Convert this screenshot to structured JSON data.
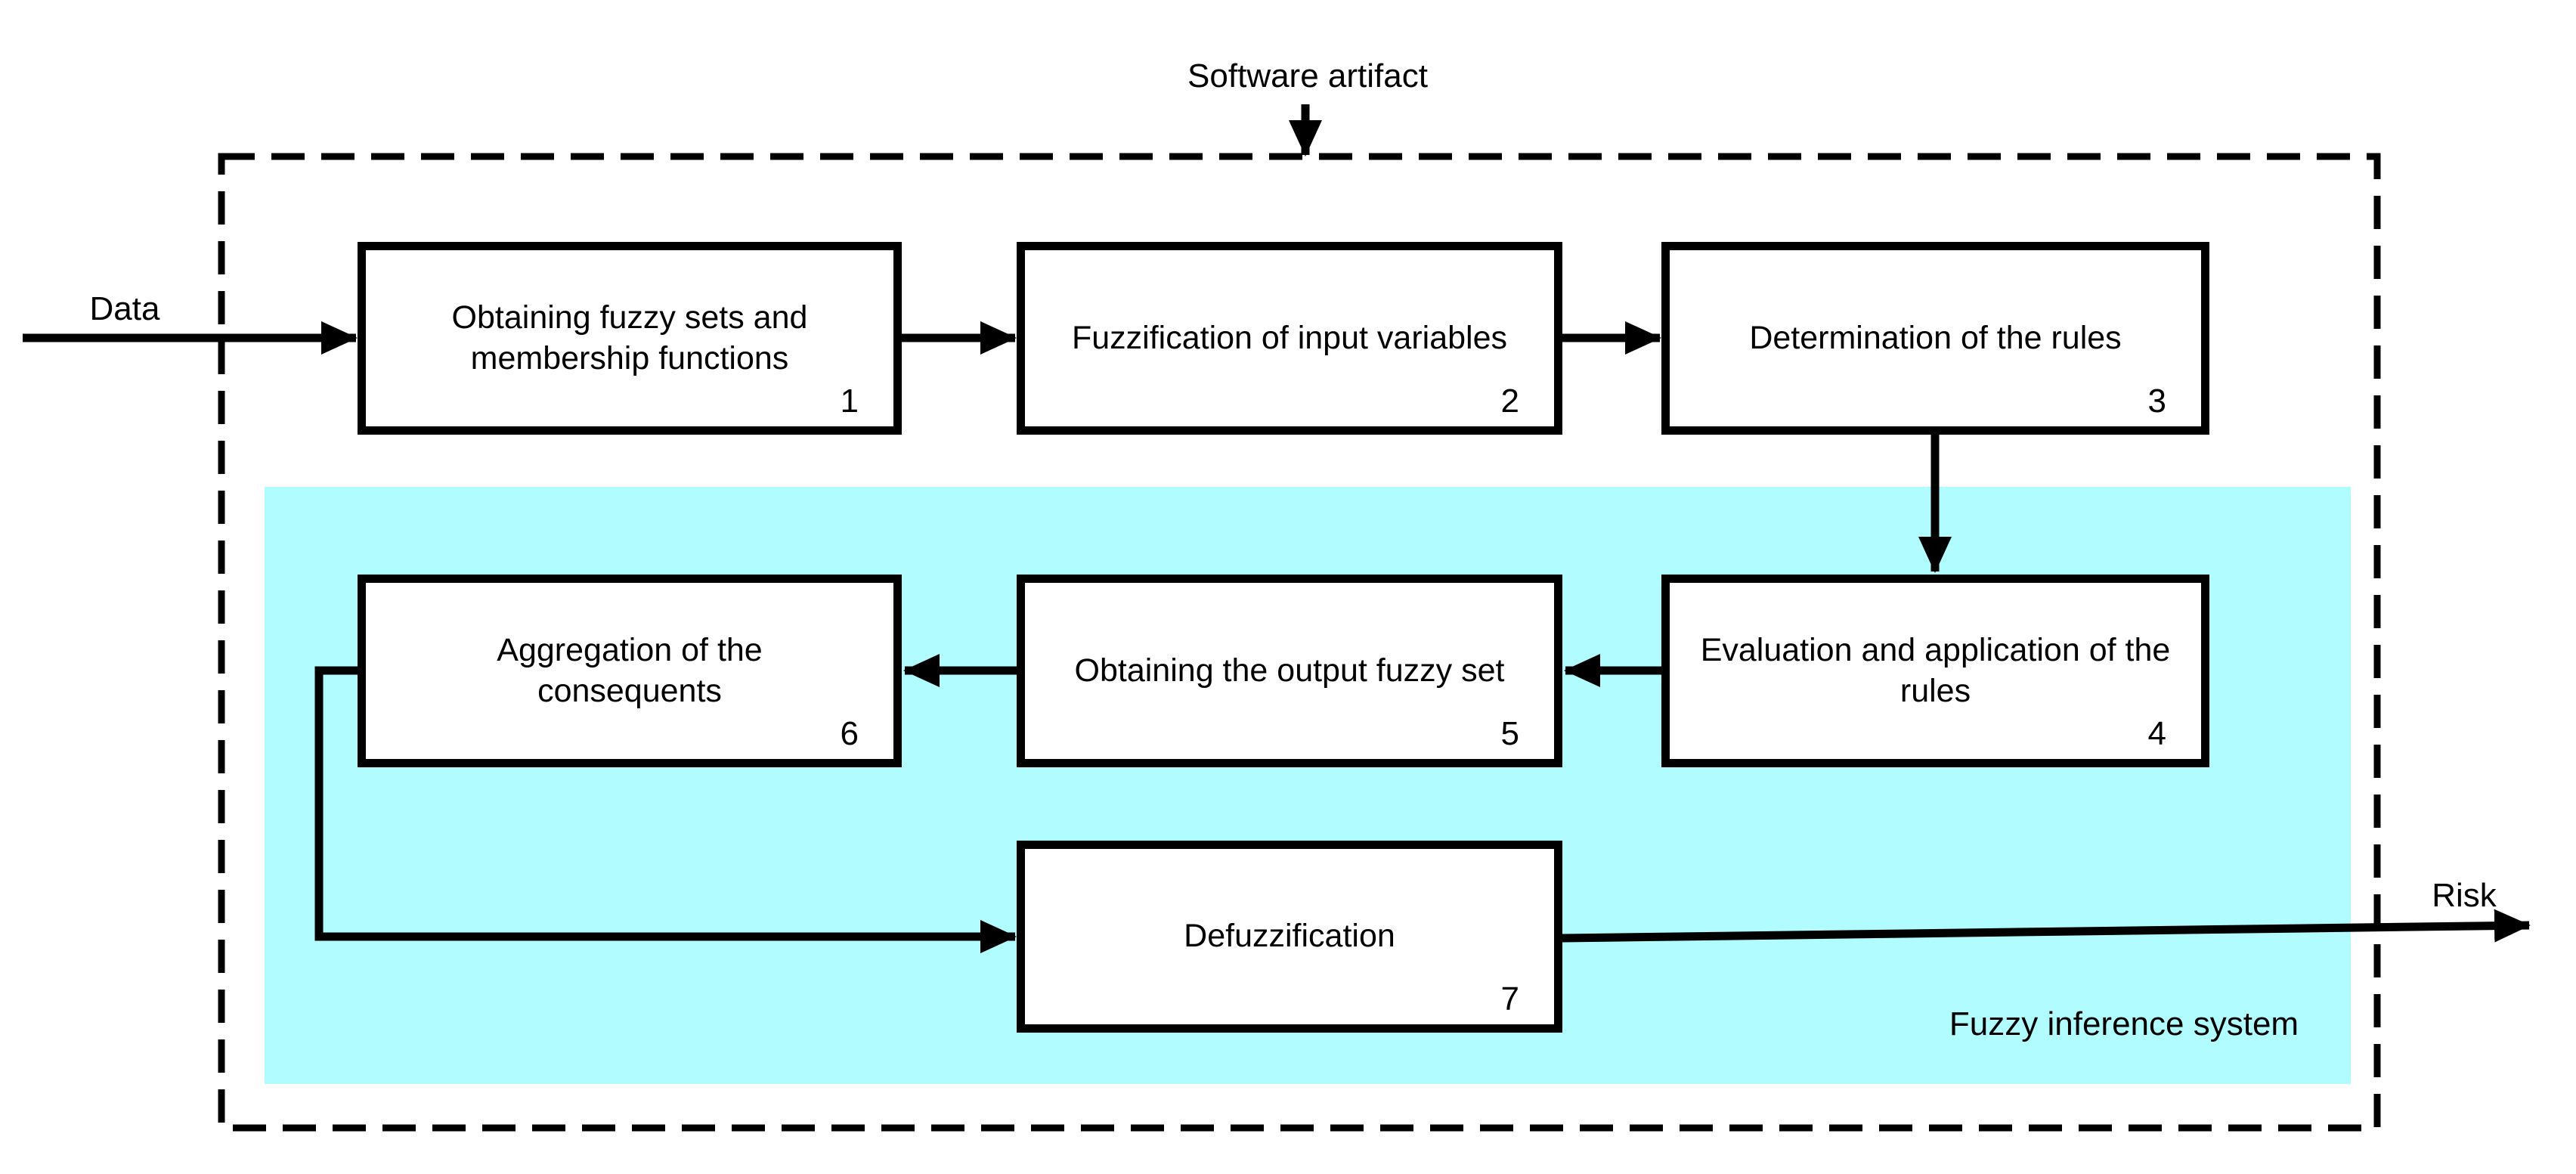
{
  "diagram": {
    "external_labels": {
      "software_artifact": "Software artifact",
      "data": "Data",
      "risk": "Risk"
    },
    "region": {
      "label": "Fuzzy inference system"
    },
    "nodes": [
      {
        "number": "1",
        "label": "Obtaining fuzzy sets and membership functions"
      },
      {
        "number": "2",
        "label": "Fuzzification of input variables"
      },
      {
        "number": "3",
        "label": "Determination of the rules"
      },
      {
        "number": "4",
        "label": "Evaluation and application of the rules"
      },
      {
        "number": "5",
        "label": "Obtaining the output fuzzy set"
      },
      {
        "number": "6",
        "label": "Aggregation of the consequents"
      },
      {
        "number": "7",
        "label": "Defuzzification"
      }
    ],
    "edges": [
      {
        "from": "Software artifact",
        "to": "system boundary"
      },
      {
        "from": "Data",
        "to": "1"
      },
      {
        "from": "1",
        "to": "2"
      },
      {
        "from": "2",
        "to": "3"
      },
      {
        "from": "3",
        "to": "4"
      },
      {
        "from": "4",
        "to": "5"
      },
      {
        "from": "5",
        "to": "6"
      },
      {
        "from": "6",
        "to": "7"
      },
      {
        "from": "7",
        "to": "Risk"
      }
    ],
    "colors": {
      "region_fill": "#B0FCFF",
      "line": "#000000",
      "node_fill": "#FFFFFF"
    }
  }
}
